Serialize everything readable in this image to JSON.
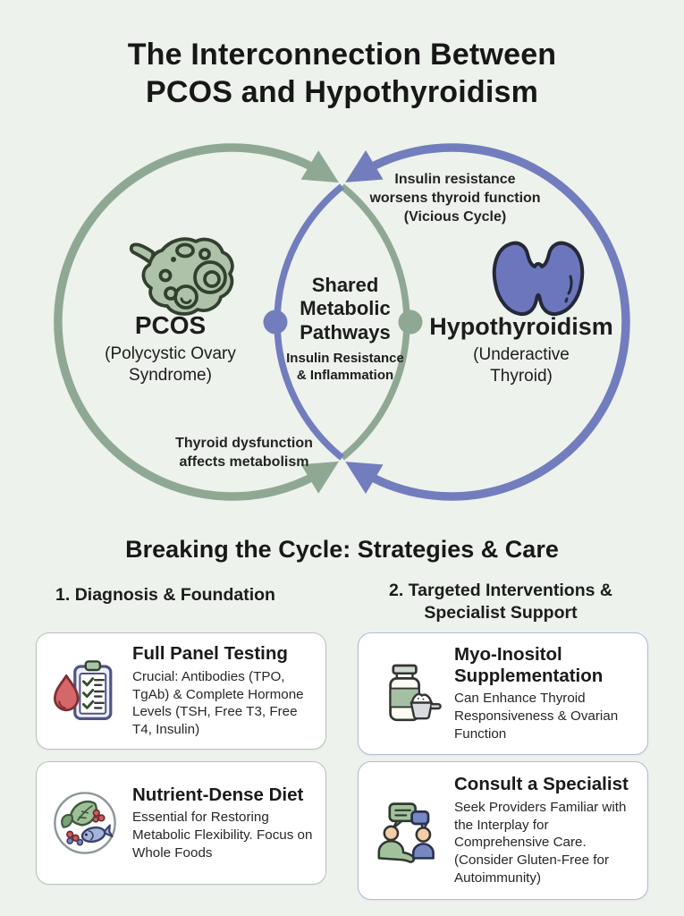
{
  "page": {
    "background": "#edf2ec",
    "title_lines": [
      "The Interconnection Between",
      "PCOS and Hypothyroidism"
    ]
  },
  "venn": {
    "green": "#8FA894",
    "blue": "#727DBE",
    "ink": "#33402F",
    "blue_ink": "#242838",
    "left_circle": {
      "icon": "ovary-icon",
      "label": "PCOS",
      "sublabel": "(Polycystic Ovary Syndrome)"
    },
    "right_circle": {
      "icon": "thyroid-icon",
      "label": "Hypothyroidism",
      "sublabel": "(Underactive Thyroid)"
    },
    "overlap": {
      "title": "Shared Metabolic Pathways",
      "subtitle": "Insulin Resistance & Inflammation"
    },
    "top_annotation": "Insulin resistance worsens thyroid function (Vicious Cycle)",
    "bottom_annotation": "Thyroid dysfunction affects metabolism"
  },
  "strategies": {
    "heading": "Breaking the Cycle: Strategies & Care",
    "columns": [
      {
        "heading": "1. Diagnosis & Foundation",
        "cards": [
          {
            "icon": "blood-test-icon",
            "title": "Full Panel Testing",
            "body": "Crucial: Antibodies (TPO, TgAb) & Complete Hormone Levels (TSH, Free T3, Free T4, Insulin)"
          },
          {
            "icon": "nutrient-plate-icon",
            "title": "Nutrient-Dense Diet",
            "body": "Essential for Restoring Metabolic Flexibility. Focus on Whole Foods"
          }
        ]
      },
      {
        "heading": "2. Targeted Interventions & Specialist Support",
        "cards": [
          {
            "icon": "supplement-jar-icon",
            "title": "Myo-Inositol Supplementation",
            "body": "Can Enhance Thyroid Responsiveness & Ovarian Function"
          },
          {
            "icon": "consult-specialist-icon",
            "title": "Consult a Specialist",
            "body": "Seek Providers Familiar with the Interplay for Comprehensive Care. (Consider Gluten-Free for Autoimmunity)"
          }
        ]
      }
    ]
  }
}
